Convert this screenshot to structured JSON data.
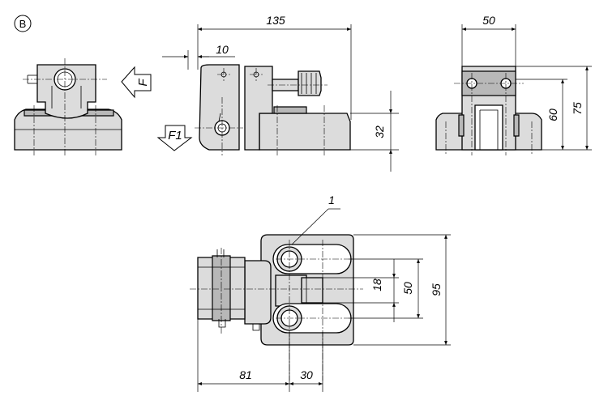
{
  "figure": {
    "view_label": "B",
    "force_labels": {
      "side": "F",
      "down": "F1"
    },
    "part_callout": "1"
  },
  "dimensions": {
    "overall_length": "135",
    "offset": "10",
    "height_base": "32",
    "width": "50",
    "height_60": "60",
    "height_75": "75",
    "slot_18": "18",
    "center_50": "50",
    "depth_95": "95",
    "length_81": "81",
    "length_30": "30"
  },
  "colors": {
    "fill": "#dcdcdc",
    "fill_dark": "#b8b8b8",
    "line": "#000000"
  }
}
